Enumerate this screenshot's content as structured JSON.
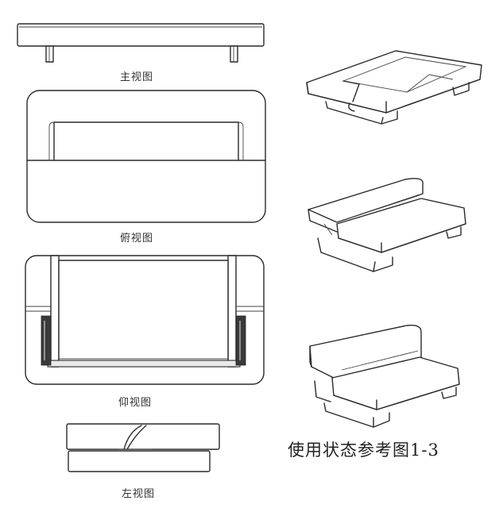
{
  "views": {
    "front_label": "主视图",
    "top_label": "俯视图",
    "bottom_label": "仰视图",
    "left_label": "左视图"
  },
  "caption": "使用状态参考图1-3",
  "colors": {
    "line": "#2a2a2a",
    "background": "#ffffff"
  }
}
